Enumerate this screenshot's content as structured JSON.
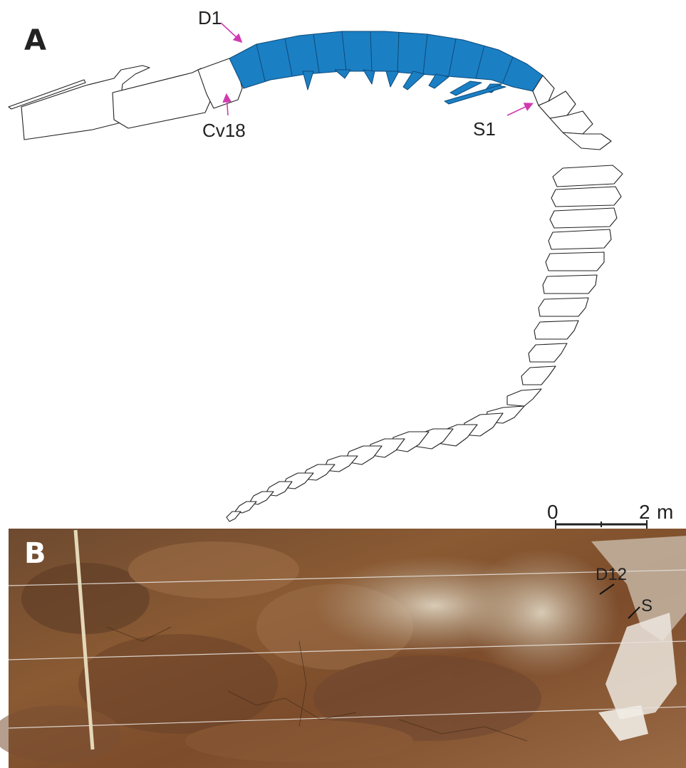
{
  "panel_a": {
    "letter": "A",
    "labels": {
      "first_dorsal": "D1",
      "last_cervical": "Cv18",
      "first_sacral": "S1"
    },
    "colors": {
      "dorsal_fill": "#1b7fc4",
      "outline": "#222222",
      "arrow": "#d13ab0"
    }
  },
  "scale_bar": {
    "start_label": "0",
    "end_label": "2",
    "unit": "m"
  },
  "panel_b": {
    "letter": "B",
    "labels": {
      "last_dorsal": "D12",
      "sacrum": "S"
    },
    "colors": {
      "matrix": "#7a4a2a",
      "bone": "#c9b8a0"
    }
  }
}
